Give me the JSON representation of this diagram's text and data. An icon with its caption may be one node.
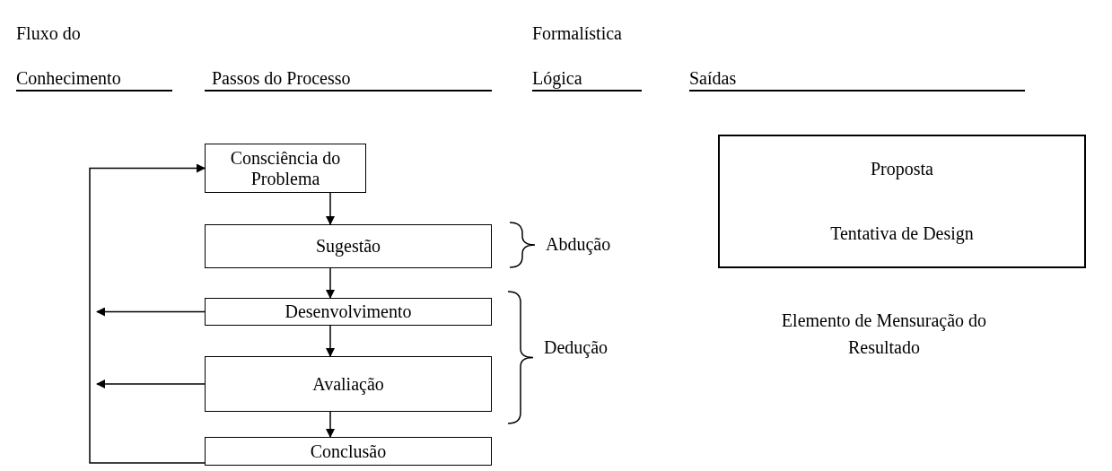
{
  "diagram": {
    "nodes": [
      {
        "text": [
          "Consciência do Problema"
        ]
      },
      {
        "text": [
          "Sugestão"
        ]
      },
      {
        "text": [
          "Desenvolvimento"
        ]
      },
      {
        "text": [
          "Avaliação"
        ]
      },
      {
        "text": [
          "Conclusão"
        ]
      },
      {
        "text": [
          "Proposta",
          "Tentativa de Design"
        ]
      }
    ],
    "edges": [
      {
        "from": 0,
        "to": 1,
        "arrow": "to"
      },
      {
        "from": 1,
        "to": 2,
        "arrow": "to"
      },
      {
        "from": 2,
        "to": 3,
        "arrow": "to"
      },
      {
        "from": 3,
        "to": 4,
        "arrow": "to"
      },
      {
        "from": 4,
        "to": 0,
        "arrow": "to"
      },
      {
        "from": 2,
        "to": null,
        "arrow": "to"
      },
      {
        "from": 3,
        "to": null,
        "arrow": "to"
      }
    ],
    "labels": [
      "Fluxo do Conhecimento",
      "Passos do Processo",
      "Formalística Lógica",
      "Saídas",
      "Abdução",
      "Dedução",
      "Elemento de Mensuração do Resultado"
    ]
  }
}
